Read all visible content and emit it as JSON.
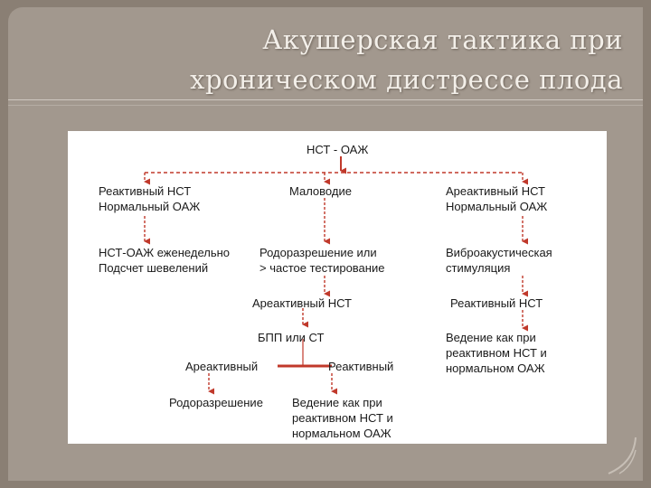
{
  "slide": {
    "title_line1": "Акушерская тактика при",
    "title_line2": "хроническом дистрессе плода"
  },
  "diagram": {
    "root": "НСТ - ОАЖ",
    "left_top_1": "Реактивный НСТ",
    "left_top_2": "Нормальный ОАЖ",
    "left_mid_1": "НСТ-ОАЖ еженедельно",
    "left_mid_2": "Подсчет шевелений",
    "center_top": "Маловодие",
    "center_mid_1": "Родоразрешение или",
    "center_mid_2": "> частое тестирование",
    "center_areactive": "Ареактивный НСТ",
    "bpp": "БПП или СТ",
    "branch_areactive": "Ареактивный",
    "branch_reactive": "Реактивный",
    "delivery": "Родоразрешение",
    "mgmt_center_1": "Ведение как при",
    "mgmt_center_2": "реактивном НСТ и",
    "mgmt_center_3": "нормальном ОАЖ",
    "right_top_1": "Ареактивный НСТ",
    "right_top_2": "Нормальный ОАЖ",
    "right_mid_1": "Виброакустическая",
    "right_mid_2": "стимуляция",
    "right_reactive": "Реактивный  НСТ",
    "mgmt_right_1": "Ведение как при",
    "mgmt_right_2": "реактивном НСТ и",
    "mgmt_right_3": "нормальном ОАЖ"
  },
  "colors": {
    "arrow": "#c0392b",
    "background": "#8a7f74",
    "slide": "#a2988e",
    "title": "#f3efe9"
  }
}
